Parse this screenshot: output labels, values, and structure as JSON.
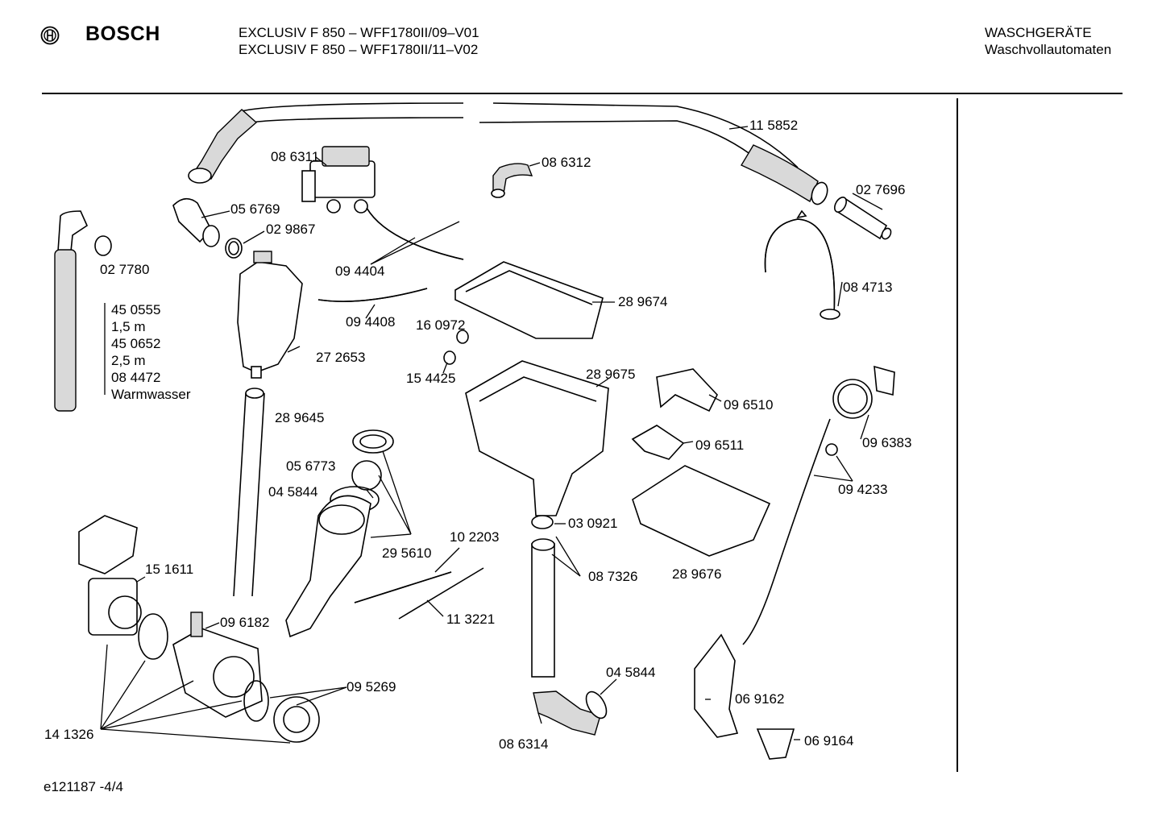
{
  "header": {
    "brand": "BOSCH",
    "model_line_1": "EXCLUSIV F 850 – WFF1780II/09–V01",
    "model_line_2": "EXCLUSIV F 850 – WFF1780II/11–V02",
    "category": "WASCHGERÄTE",
    "subcategory": "Waschvollautomaten"
  },
  "footer": {
    "page_ref": "e121187 -4/4"
  },
  "labels": {
    "p115852": "11 5852",
    "p086311": "08 6311",
    "p086312": "08 6312",
    "p027696": "02 7696",
    "p056769": "05 6769",
    "p029867": "02 9867",
    "p027780": "02 7780",
    "p094404": "09 4404",
    "p084713": "08 4713",
    "p289674": "28 9674",
    "p094408": "09 4408",
    "p160972": "16 0972",
    "p450555": "45 0555",
    "p15m": "1,5 m",
    "p450652": "45 0652",
    "p25m": "2,5 m",
    "p084472": "08 4472",
    "pwarm": "Warmwasser",
    "p272653": "27 2653",
    "p154425": "15 4425",
    "p289675": "28 9675",
    "p096510": "09 6510",
    "p096383": "09 6383",
    "p289645": "28 9645",
    "p096511": "09 6511",
    "p056773": "05 6773",
    "p094233": "09 4233",
    "p045844a": "04 5844",
    "p030921": "03 0921",
    "p102203": "10 2203",
    "p295610": "29 5610",
    "p289676": "28 9676",
    "p087326": "08 7326",
    "p151611": "15 1611",
    "p113221": "11 3221",
    "p096182": "09 6182",
    "p045844b": "04 5844",
    "p095269": "09 5269",
    "p069162": "06 9162",
    "p141326": "14 1326",
    "p086314": "08 6314",
    "p069164": "06 9164"
  }
}
